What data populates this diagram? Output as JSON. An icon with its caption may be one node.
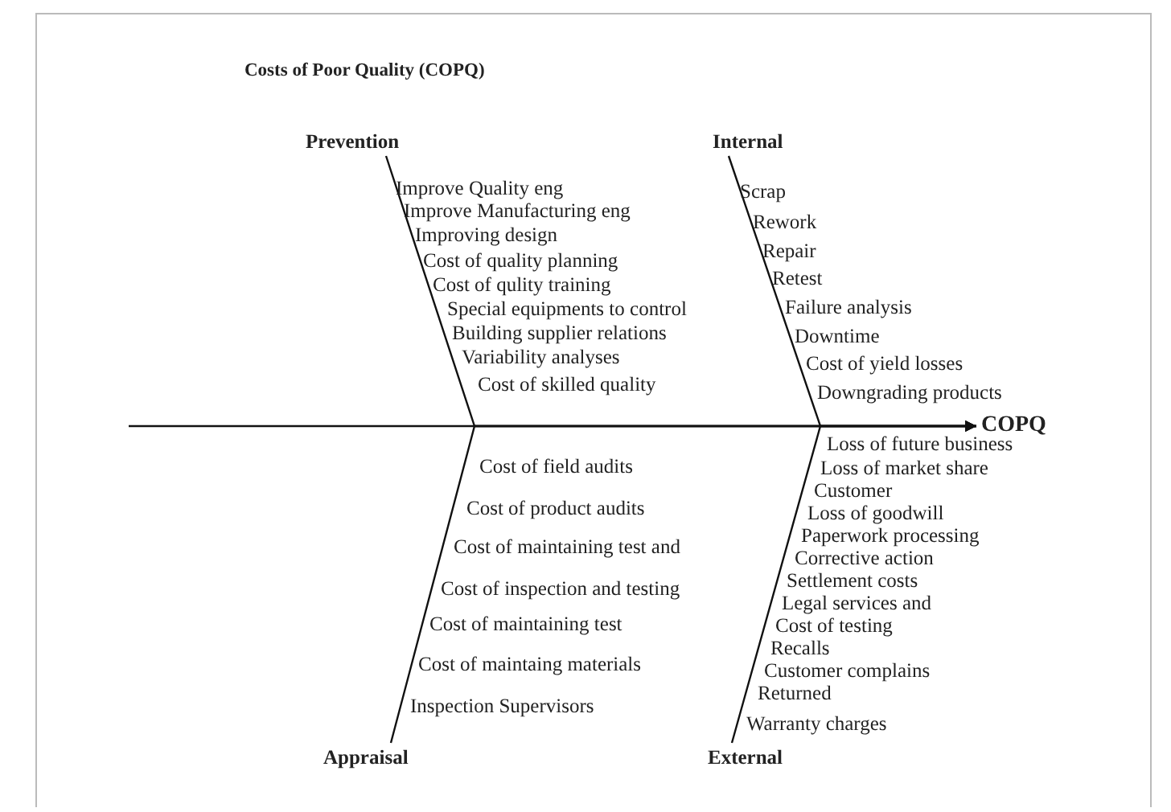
{
  "diagram": {
    "title": "Costs of Poor Quality (COPQ)",
    "nodes": [
      {
        "text": [
          "Prevention"
        ]
      },
      {
        "text": [
          "Internal"
        ]
      },
      {
        "text": [
          "COPQ"
        ]
      },
      {
        "text": [
          "Appraisal"
        ]
      },
      {
        "text": [
          "External"
        ]
      }
    ],
    "edges": [
      {
        "from": null,
        "to": 2,
        "arrow": "to"
      },
      {
        "from": 0,
        "to": 2,
        "arrow": "to"
      },
      {
        "from": 1,
        "to": 2,
        "arrow": "to"
      },
      {
        "from": 3,
        "to": 2,
        "arrow": "to"
      },
      {
        "from": 4,
        "to": 2,
        "arrow": "to"
      }
    ],
    "labels": [
      "Improve Quality eng",
      "Improve Manufacturing eng",
      "Improving design",
      "Cost of quality planning",
      "Cost of qulity training",
      "Special equipments to control",
      "Building supplier relations",
      "Variability analyses",
      "Cost of skilled quality",
      "Scrap",
      "Rework",
      "Repair",
      "Retest",
      "Failure analysis",
      "Downtime",
      "Cost of yield losses",
      "Downgrading products",
      "Cost of field audits",
      "Cost of product audits",
      "Cost of maintaining test and",
      "Cost of inspection and testing",
      "Cost of maintaining test",
      "Cost of maintaing materials",
      "Inspection Supervisors",
      "Loss of future business",
      "Loss of market share",
      "Customer",
      "Loss of goodwill",
      "Paperwork processing",
      "Corrective action",
      "Settlement costs",
      "Legal services and",
      "Cost of testing",
      "Recalls",
      "Customer complains",
      "Returned",
      "Warranty charges"
    ]
  }
}
